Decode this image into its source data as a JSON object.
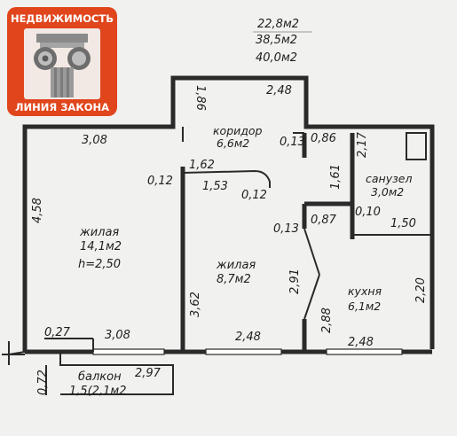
{
  "logo": {
    "line1": "НЕДВИЖИМОСТЬ",
    "line2": "ЛИНИЯ ЗАКОНА",
    "emblem": "column-capital-icon",
    "color": "#e0451c"
  },
  "areas": {
    "living": "22,8м2",
    "useful": "38,5м2",
    "total": "40,0м2"
  },
  "rooms": {
    "corridor": {
      "name": "коридор",
      "area": "6,6м2"
    },
    "bathroom": {
      "name": "санузел",
      "area": "3,0м2"
    },
    "living1": {
      "name": "жилая",
      "area": "14,1м2",
      "height": "h=2,50"
    },
    "living2": {
      "name": "жилая",
      "area": "8,7м2"
    },
    "kitchen": {
      "name": "кухня",
      "area": "6,1м2"
    },
    "balcony": {
      "name": "балкон",
      "area": "1,5(2,1м2"
    }
  },
  "dims": {
    "d186": "1,86",
    "d248_top": "2,48",
    "d308_top": "3,08",
    "d458": "4,58",
    "d012_a": "0,12",
    "d162": "1,62",
    "d153": "1,53",
    "d012_b": "0,12",
    "d013_a": "0,13",
    "d086": "0,86",
    "d217": "2,17",
    "d161": "1,61",
    "d010": "0,10",
    "d150": "1,50",
    "d013_b": "0,13",
    "d087": "0,87",
    "d291": "2,91",
    "d220": "2,20",
    "d362": "3,62",
    "d288": "2,88",
    "d027": "0,27",
    "d308_bottom": "3,08",
    "d248_mid": "2,48",
    "d248_right": "2,48",
    "d072": "0,72",
    "d297": "2,97"
  }
}
